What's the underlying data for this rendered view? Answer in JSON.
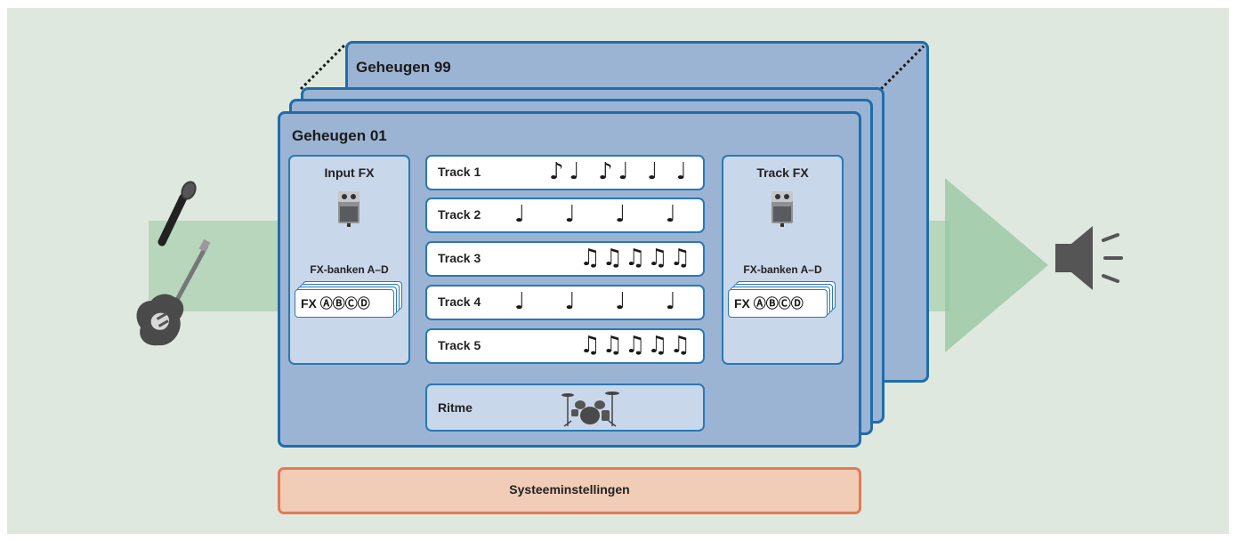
{
  "memory_back": {
    "title": "Geheugen 99"
  },
  "memory_front": {
    "title": "Geheugen 01"
  },
  "input_fx": {
    "title": "Input FX",
    "bank_label": "FX-banken A–D",
    "bank_text": "FX ⒶⒷⒸⒹ"
  },
  "track_fx": {
    "title": "Track FX",
    "bank_label": "FX-banken A–D",
    "bank_text": "FX ⒶⒷⒸⒹ"
  },
  "tracks": [
    {
      "label": "Track 1",
      "notes": "♪♩ ♪♩ ♩ ♩"
    },
    {
      "label": "Track 2",
      "notes": "♩ ♩ ♩ ♩"
    },
    {
      "label": "Track 3",
      "notes": "♫♫♫♫♫"
    },
    {
      "label": "Track 4",
      "notes": "♩ ♩ ♩ ♩"
    },
    {
      "label": "Track 5",
      "notes": "♫♫♫♫♫"
    }
  ],
  "rhythm": {
    "label": "Ritme"
  },
  "system": {
    "label": "Systeeminstellingen"
  },
  "colors": {
    "memory_fill": "#9cb4d3",
    "memory_border": "#1f6dab",
    "flow": "#96c6a0",
    "system_fill": "#f1ccb6",
    "system_border": "#e27b55"
  },
  "icons": [
    "microphone-icon",
    "guitar-icon",
    "pedal-icon",
    "drum-kit-icon",
    "speaker-icon"
  ]
}
